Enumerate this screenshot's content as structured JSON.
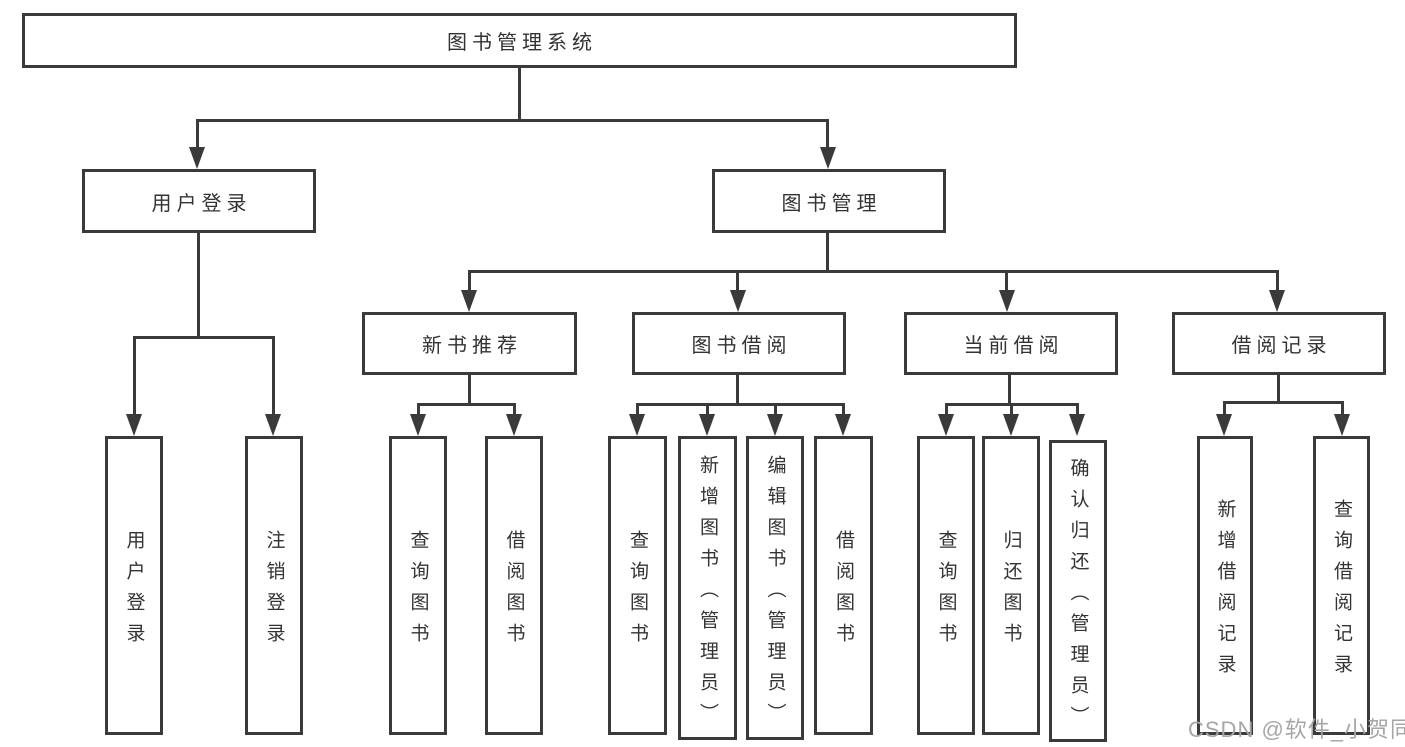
{
  "colors": {
    "line": "#3a3a3a",
    "text": "#333333",
    "background": "#ffffff",
    "watermark": "#a6a6a6"
  },
  "watermark": {
    "text": "CSDN @软件_小贺同学"
  },
  "tree": {
    "root": "图书管理系统",
    "level2": [
      {
        "label": "用户登录",
        "children": [
          {
            "label": "用户登录"
          },
          {
            "label": "注销登录"
          }
        ]
      },
      {
        "label": "图书管理",
        "children": [
          {
            "label": "新书推荐",
            "children": [
              {
                "label": "查询图书"
              },
              {
                "label": "借阅图书"
              }
            ]
          },
          {
            "label": "图书借阅",
            "children": [
              {
                "label": "查询图书"
              },
              {
                "label": "新增图书（管理员）"
              },
              {
                "label": "编辑图书（管理员）"
              },
              {
                "label": "借阅图书"
              }
            ]
          },
          {
            "label": "当前借阅",
            "children": [
              {
                "label": "查询图书"
              },
              {
                "label": "归还图书"
              },
              {
                "label": "确认归还（管理员）"
              }
            ]
          },
          {
            "label": "借阅记录",
            "children": [
              {
                "label": "新增借阅记录"
              },
              {
                "label": "查询借阅记录"
              }
            ]
          }
        ]
      }
    ]
  }
}
